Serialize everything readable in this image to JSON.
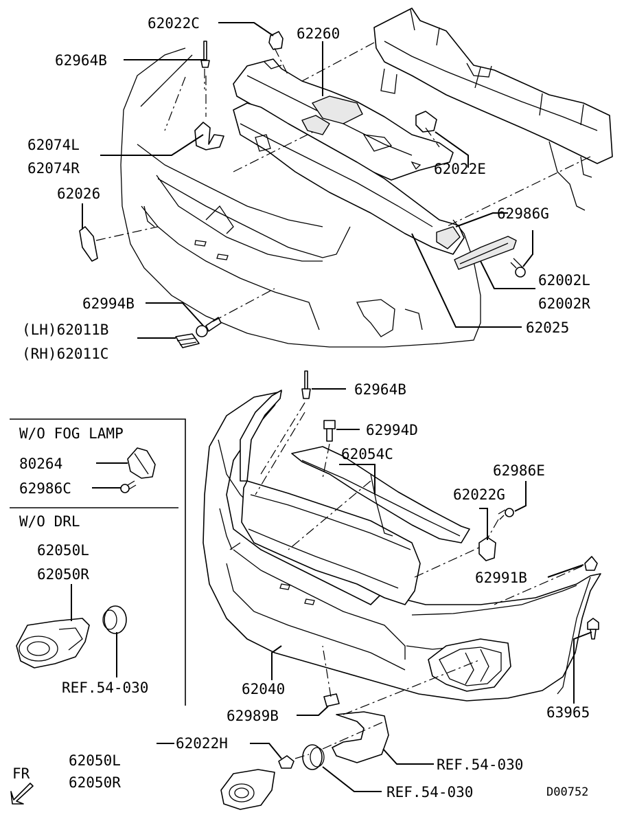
{
  "diagram": {
    "drawing_code": "D00752",
    "fr_arrow_label": "FR",
    "section_wo_fog_lamp": "W/O FOG LAMP",
    "section_wo_drl": "W/O DRL",
    "labels": {
      "p62022C": "62022C",
      "p62260": "62260",
      "p62964B_top": "62964B",
      "p62074L": "62074L",
      "p62074R": "62074R",
      "p62022E": "62022E",
      "p62026": "62026",
      "p62986G": "62986G",
      "p62002L": "62002L",
      "p62002R": "62002R",
      "p62994B": "62994B",
      "p62025": "62025",
      "p62011B": "(LH)62011B",
      "p62011C": "(RH)62011C",
      "p62964B_mid": "62964B",
      "p62994D": "62994D",
      "p62054C": "62054C",
      "p80264": "80264",
      "p62986C": "62986C",
      "p62986E": "62986E",
      "p62022G": "62022G",
      "p62991B": "62991B",
      "p62050L_drl": "62050L",
      "p62050R_drl": "62050R",
      "ref_drl": "REF.54-030",
      "p62040": "62040",
      "p63965": "63965",
      "p62989B": "62989B",
      "p62022H": "62022H",
      "ref_bezel": "REF.54-030",
      "p62050L": "62050L",
      "p62050R": "62050R",
      "ref_bulb": "REF.54-030"
    }
  }
}
